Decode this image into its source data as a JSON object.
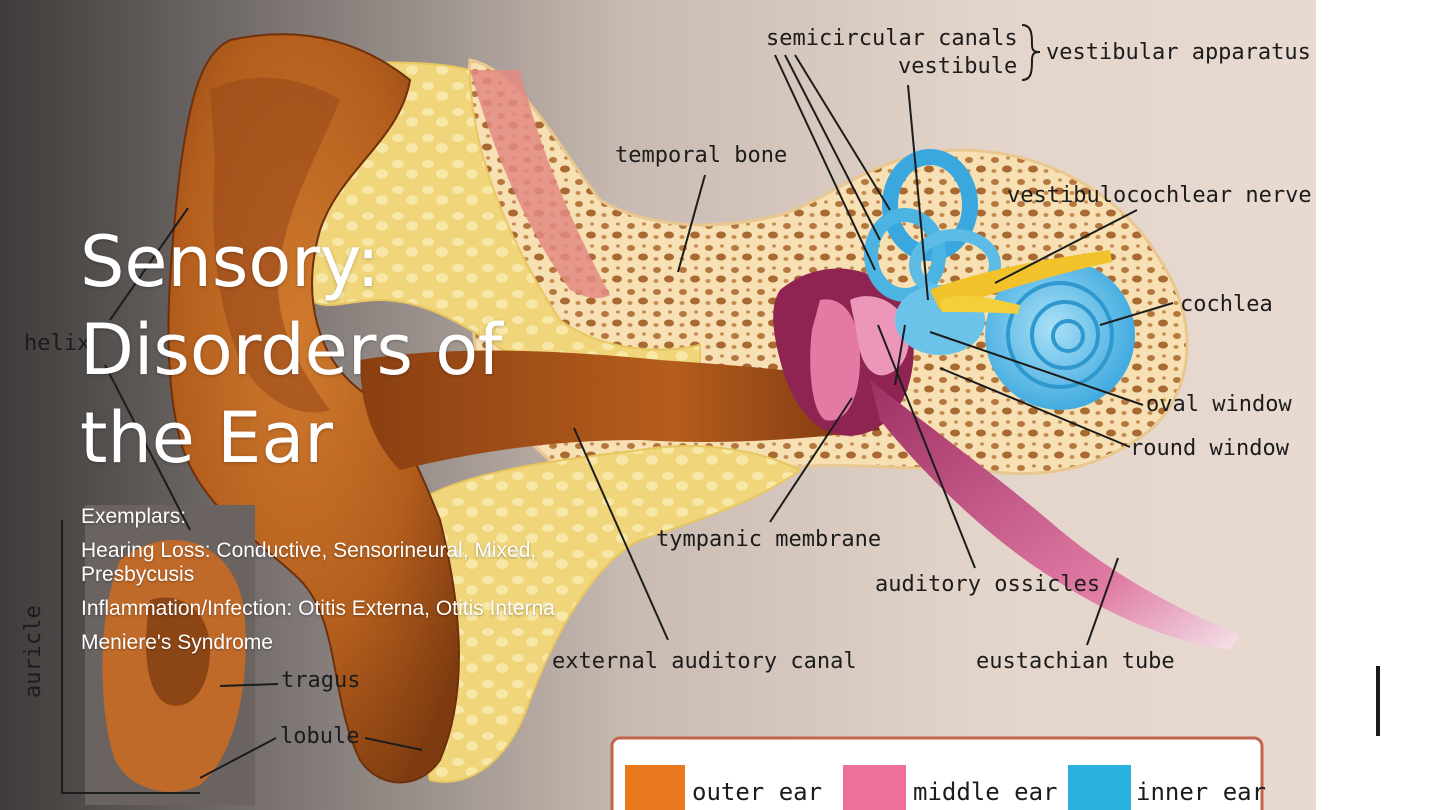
{
  "slide": {
    "title_lines": [
      "Sensory:",
      "Disorders of",
      "the Ear"
    ],
    "exemplars_heading": "Exemplars:",
    "exemplars": [
      "Hearing Loss: Conductive, Sensorineural, Mixed, Presbycusis",
      "Inflammation/Infection: Otitis Externa, Otitis Interna",
      "Meniere's Syndrome"
    ]
  },
  "ear_diagram": {
    "labels": {
      "semicircular_canals": "semicircular canals",
      "vestibule": "vestibule",
      "vestibular_apparatus": "vestibular apparatus",
      "temporal_bone": "temporal bone",
      "vestibulocochlear_nerve": "vestibulocochlear nerve",
      "cochlea": "cochlea",
      "oval_window": "oval window",
      "round_window": "round window",
      "helix": "helix",
      "tympanic_membrane": "tympanic membrane",
      "auditory_ossicles": "auditory ossicles",
      "auricle": "auricle",
      "tragus": "tragus",
      "external_auditory_canal": "external auditory canal",
      "eustachian_tube": "eustachian tube",
      "lobule": "lobule"
    },
    "legend": [
      {
        "label": "outer ear",
        "color": "#e8791c"
      },
      {
        "label": "middle ear",
        "color": "#ec6f9c"
      },
      {
        "label": "inner ear",
        "color": "#2bb1df"
      }
    ]
  },
  "colors": {
    "background_dark": "#3e3b3a",
    "background_light": "#e6d6cc",
    "outer_ear": "#b9611d",
    "bone": "#f0d98c",
    "inner_ear": "#5cbce6",
    "middle_ear": "#d8578c"
  }
}
